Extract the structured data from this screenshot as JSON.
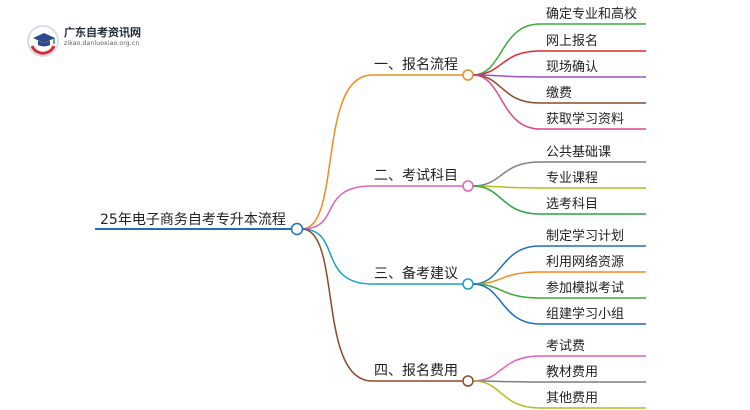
{
  "logo": {
    "name": "广东自考资讯网",
    "url": "zikao.danluoxiao.org.cn"
  },
  "root": "25年电子商务自考专升本流程",
  "branches": [
    {
      "label": "一、报名流程",
      "color": "#f08c1e",
      "leaves": [
        {
          "label": "确定专业和高校",
          "color": "#3daa3a"
        },
        {
          "label": "网上报名",
          "color": "#e0262e"
        },
        {
          "label": "现场确认",
          "color": "#9b4fd1"
        },
        {
          "label": "缴费",
          "color": "#8b4a2c"
        },
        {
          "label": "获取学习资料",
          "color": "#d9488c"
        }
      ]
    },
    {
      "label": "二、考试科目",
      "color": "#e35fbf",
      "leaves": [
        {
          "label": "公共基础课",
          "color": "#7f7f7f"
        },
        {
          "label": "专业课程",
          "color": "#b5bc1f"
        },
        {
          "label": "选考科目",
          "color": "#2aa33c"
        }
      ]
    },
    {
      "label": "三、备考建议",
      "color": "#16a2c9",
      "leaves": [
        {
          "label": "制定学习计划",
          "color": "#1f6fb8"
        },
        {
          "label": "利用网络资源",
          "color": "#f08c1e"
        },
        {
          "label": "参加模拟考试",
          "color": "#3daa3a"
        },
        {
          "label": "组建学习小组",
          "color": "#1f6fb8"
        }
      ]
    },
    {
      "label": "四、报名费用",
      "color": "#8b4a2c",
      "leaves": [
        {
          "label": "考试费",
          "color": "#e35fbf"
        },
        {
          "label": "教材费用",
          "color": "#7f7f7f"
        },
        {
          "label": "其他费用",
          "color": "#b5bc1f"
        }
      ]
    }
  ]
}
